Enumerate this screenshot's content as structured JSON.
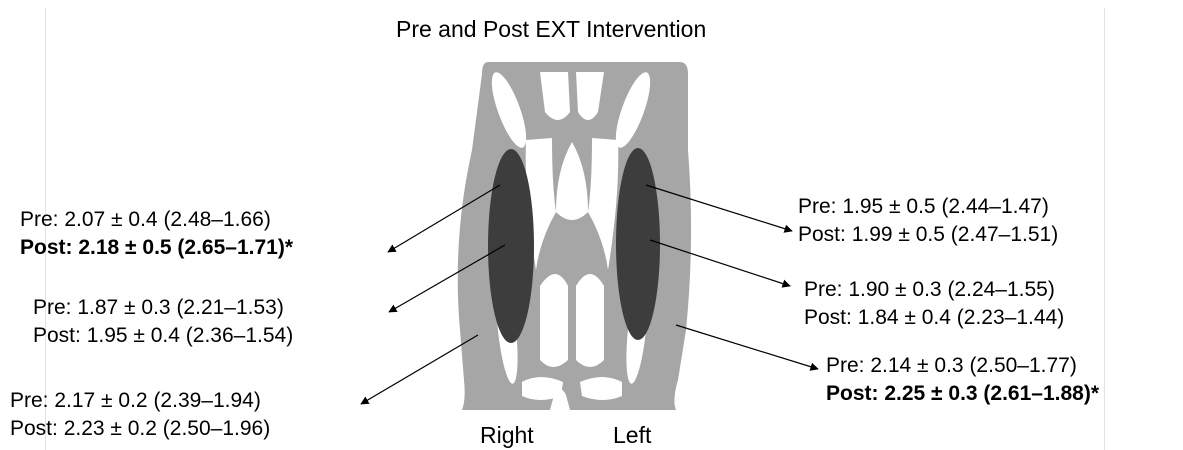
{
  "title": "Pre and Post EXT Intervention",
  "sides": {
    "right": "Right",
    "left": "Left"
  },
  "labels": {
    "right_upper": {
      "pre": "Pre: 2.07 ± 0.4 (2.48–1.66)",
      "post": "Post: 2.18 ± 0.5 (2.65–1.71)*",
      "post_bold": true
    },
    "right_middle": {
      "pre": "Pre: 1.87 ± 0.3 (2.21–1.53)",
      "post": "Post: 1.95 ± 0.4 (2.36–1.54)",
      "post_bold": false
    },
    "right_lower": {
      "pre": "Pre: 2.17 ± 0.2 (2.39–1.94)",
      "post": "Post: 2.23 ± 0.2 (2.50–1.96)",
      "post_bold": false
    },
    "left_upper": {
      "pre": "Pre: 1.95 ± 0.5 (2.44–1.47)",
      "post": "Post: 1.99 ± 0.5 (2.47–1.51)",
      "post_bold": false
    },
    "left_middle": {
      "pre": "Pre: 1.90 ± 0.3 (2.24–1.55)",
      "post": "Post: 1.84 ± 0.4 (2.23–1.44)",
      "post_bold": false
    },
    "left_lower": {
      "pre": "Pre: 2.14 ± 0.3 (2.50–1.77)",
      "post": "Post: 2.25 ± 0.3 (2.61–1.88)*",
      "post_bold": true
    }
  },
  "colors": {
    "outline": "#a6a6a6",
    "muscle_dark": "#3d3d3d",
    "arrow": "#000000",
    "gridline": "#e2e2e2"
  }
}
